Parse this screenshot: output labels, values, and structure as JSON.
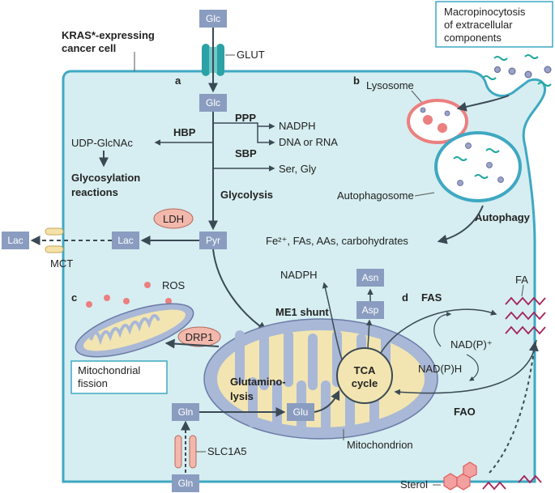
{
  "title": "KRAS*-expressing cancer cell",
  "panels": {
    "a": "a",
    "b": "b",
    "c": "c",
    "d": "d"
  },
  "colors": {
    "cell_fill": "#d6eef1",
    "cell_stroke": "#3fa8c2",
    "metabolite_box": "#8a9dc0",
    "mito_fill": "#a9b8d6",
    "mito_crista": "#f2e5b1",
    "enzyme_fill": "#f2b8ac",
    "lysosome_stroke": "#ec7f7f",
    "arrow": "#3a4a55",
    "sterol": "#e05a5a",
    "fatty_acid": "#a4235a"
  },
  "metabolites": {
    "glc_out": "Glc",
    "glc_in": "Glc",
    "pyr": "Pyr",
    "lac_in": "Lac",
    "lac_out": "Lac",
    "gln_out": "Gln",
    "gln_in": "Gln",
    "glu": "Glu",
    "asp": "Asp",
    "asn": "Asn"
  },
  "transporters": {
    "glut": "GLUT",
    "mct": "MCT",
    "slc1a5": "SLC1A5"
  },
  "pathways": {
    "ppp": "PPP",
    "hbp": "HBP",
    "sbp": "SBP",
    "glycolysis": "Glycolysis",
    "me1_shunt": "ME1 shunt",
    "fas": "FAS",
    "fao": "FAO",
    "autophagy": "Autophagy",
    "glutaminolysis_1": "Glutamino-",
    "glutaminolysis_2": "lysis",
    "tca_1": "TCA",
    "tca_2": "cycle"
  },
  "products": {
    "nadph_ppp": "NADPH",
    "dna_rna": "DNA or RNA",
    "udp_glcnac": "UDP-GlcNAc",
    "glycosylation_1": "Glycosylation",
    "glycosylation_2": "reactions",
    "ser_gly": "Ser, Gly",
    "nadph_me1": "NADPH",
    "nadp_plus": "NAD(P)⁺",
    "nadph_fas": "NAD(P)H",
    "fa": "FA",
    "sterol": "Sterol",
    "ros": "ROS",
    "autophagy_products": "Fe²⁺, FAs, AAs, carbohydrates"
  },
  "enzymes": {
    "ldh": "LDH",
    "drp1": "DRP1"
  },
  "organelles": {
    "lysosome": "Lysosome",
    "autophagosome": "Autophagosome",
    "mitochondrion": "Mitochondrion",
    "macropinocytosis_1": "Macropinocytosis",
    "macropinocytosis_2": "of extracellular",
    "macropinocytosis_3": "components",
    "fission_1": "Mitochondrial",
    "fission_2": "fission"
  }
}
